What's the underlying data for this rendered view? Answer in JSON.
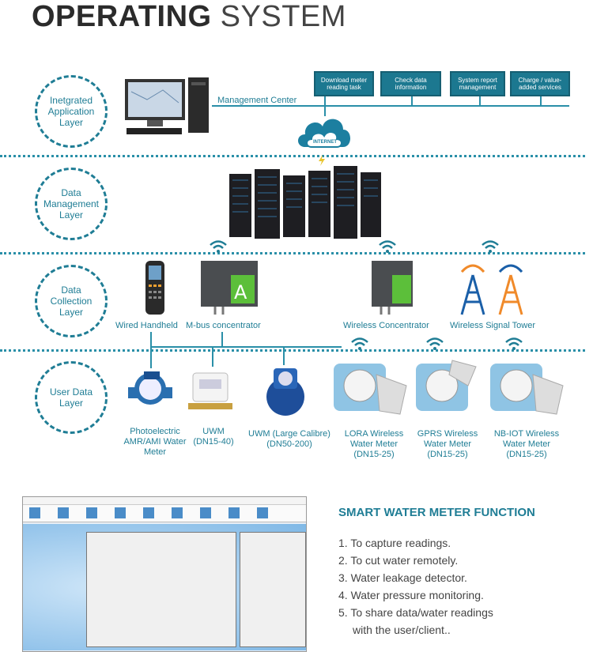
{
  "title": {
    "bold": "OPERATING",
    "light": "SYSTEM"
  },
  "layers": [
    {
      "label": "Inetgrated Application Layer"
    },
    {
      "label": "Data Management Layer"
    },
    {
      "label": "Data Collection Layer"
    },
    {
      "label": "User Data Layer"
    }
  ],
  "application": {
    "management_center": "Management Center",
    "internet": "INTERNET",
    "services": [
      "Download meter reading task",
      "Check data information",
      "System report management",
      "Charge / value-added services"
    ]
  },
  "collection": {
    "devices": [
      "Wired Handheld",
      "M-bus concentrator",
      "Wireless Concentrator",
      "Wireless Signal Tower"
    ]
  },
  "meters": [
    "Photoelectric AMR/AMI Water Meter",
    "UWM (DN15-40)",
    "UWM (Large Calibre) (DN50-200)",
    "LORA Wireless Water Meter (DN15-25)",
    "GPRS Wireless Water Meter (DN15-25)",
    "NB-IOT Wireless Water Meter (DN15-25)"
  ],
  "functions": {
    "heading": "SMART WATER METER FUNCTION",
    "items": [
      "1. To capture readings.",
      "2. To cut water remotely.",
      "3. Water leakage detector.",
      "4. Water pressure monitoring.",
      "5. To share data/water readings",
      "with the user/client.."
    ]
  },
  "colors": {
    "accent": "#1f7d95",
    "box": "#1c7890"
  }
}
